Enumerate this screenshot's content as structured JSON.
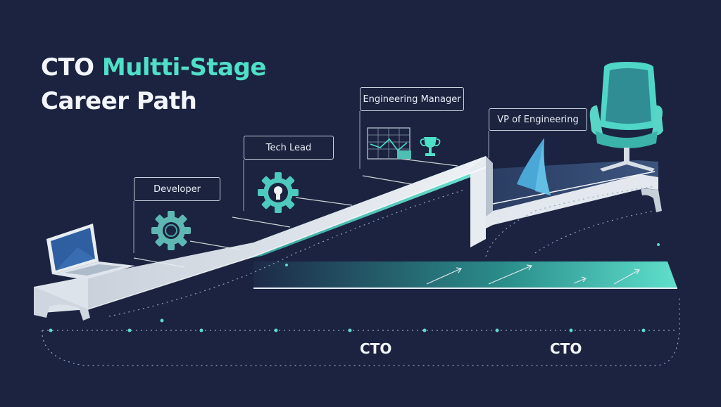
{
  "title": {
    "line1_plain": "CTO ",
    "line1_accent": "Multti-Stage",
    "line2": "Career Path"
  },
  "stages": {
    "developer": "Developer",
    "tech_lead": "Tech Lead",
    "engineering_manager": "Engineering Manager",
    "vp_engineering": "VP of Engineering"
  },
  "bottom_labels": {
    "left": "CTO",
    "right": "CTO"
  },
  "colors": {
    "background": "#1b2340",
    "accent": "#4fe0c8",
    "track_light": "#dfe5ec",
    "text": "#f2f5fa"
  },
  "icons": [
    "laptop-icon",
    "gear-icon",
    "lightbulb-gear-icon",
    "chart-board-icon",
    "trophy-icon",
    "sail-icon",
    "executive-chair-icon"
  ]
}
